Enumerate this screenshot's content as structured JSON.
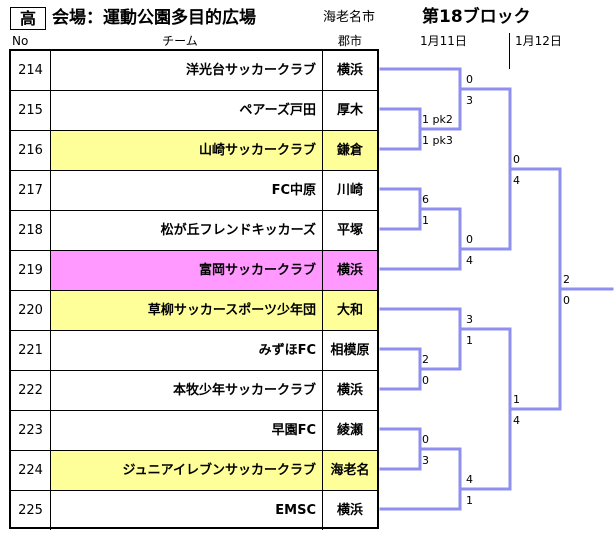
{
  "header": {
    "level": "高",
    "venue": "会場：運動公園多目的広場",
    "city": "海老名市",
    "block": "第18ブロック"
  },
  "columns": {
    "no": "No",
    "team": "チーム",
    "city": "郡市"
  },
  "dates": [
    "1月11日",
    "1月12日"
  ],
  "teams": [
    {
      "no": "214",
      "name": "洋光台サッカークラブ",
      "city": "横浜",
      "highlight": ""
    },
    {
      "no": "215",
      "name": "ペアーズ戸田",
      "city": "厚木",
      "highlight": ""
    },
    {
      "no": "216",
      "name": "山崎サッカークラブ",
      "city": "鎌倉",
      "highlight": "yellow"
    },
    {
      "no": "217",
      "name": "FC中原",
      "city": "川崎",
      "highlight": ""
    },
    {
      "no": "218",
      "name": "松が丘フレンドキッカーズ",
      "city": "平塚",
      "highlight": ""
    },
    {
      "no": "219",
      "name": "富岡サッカークラブ",
      "city": "横浜",
      "highlight": "pink"
    },
    {
      "no": "220",
      "name": "草柳サッカースポーツ少年団",
      "city": "大和",
      "highlight": "yellow"
    },
    {
      "no": "221",
      "name": "みずほFC",
      "city": "相模原",
      "highlight": ""
    },
    {
      "no": "222",
      "name": "本牧少年サッカークラブ",
      "city": "横浜",
      "highlight": ""
    },
    {
      "no": "223",
      "name": "早園FC",
      "city": "綾瀬",
      "highlight": ""
    },
    {
      "no": "224",
      "name": "ジュニアイレブンサッカークラブ",
      "city": "海老名",
      "highlight": "yellow"
    },
    {
      "no": "225",
      "name": "EMSC",
      "city": "横浜",
      "highlight": ""
    }
  ],
  "scores": {
    "r1a_top": "1 pk2",
    "r1a_bot": "1 pk3",
    "r1b_top": "6",
    "r1b_bot": "1",
    "r1c_top": "2",
    "r1c_bot": "0",
    "r1d_top": "0",
    "r1d_bot": "3",
    "r2a_top": "0",
    "r2a_bot": "3",
    "r2b_top": "0",
    "r2b_bot": "4",
    "r2c_top": "3",
    "r2c_bot": "1",
    "r2d_top": "4",
    "r2d_bot": "1",
    "sf_a_top": "0",
    "sf_a_bot": "4",
    "sf_b_top": "1",
    "sf_b_bot": "4",
    "final_top": "2",
    "final_bot": "0"
  }
}
